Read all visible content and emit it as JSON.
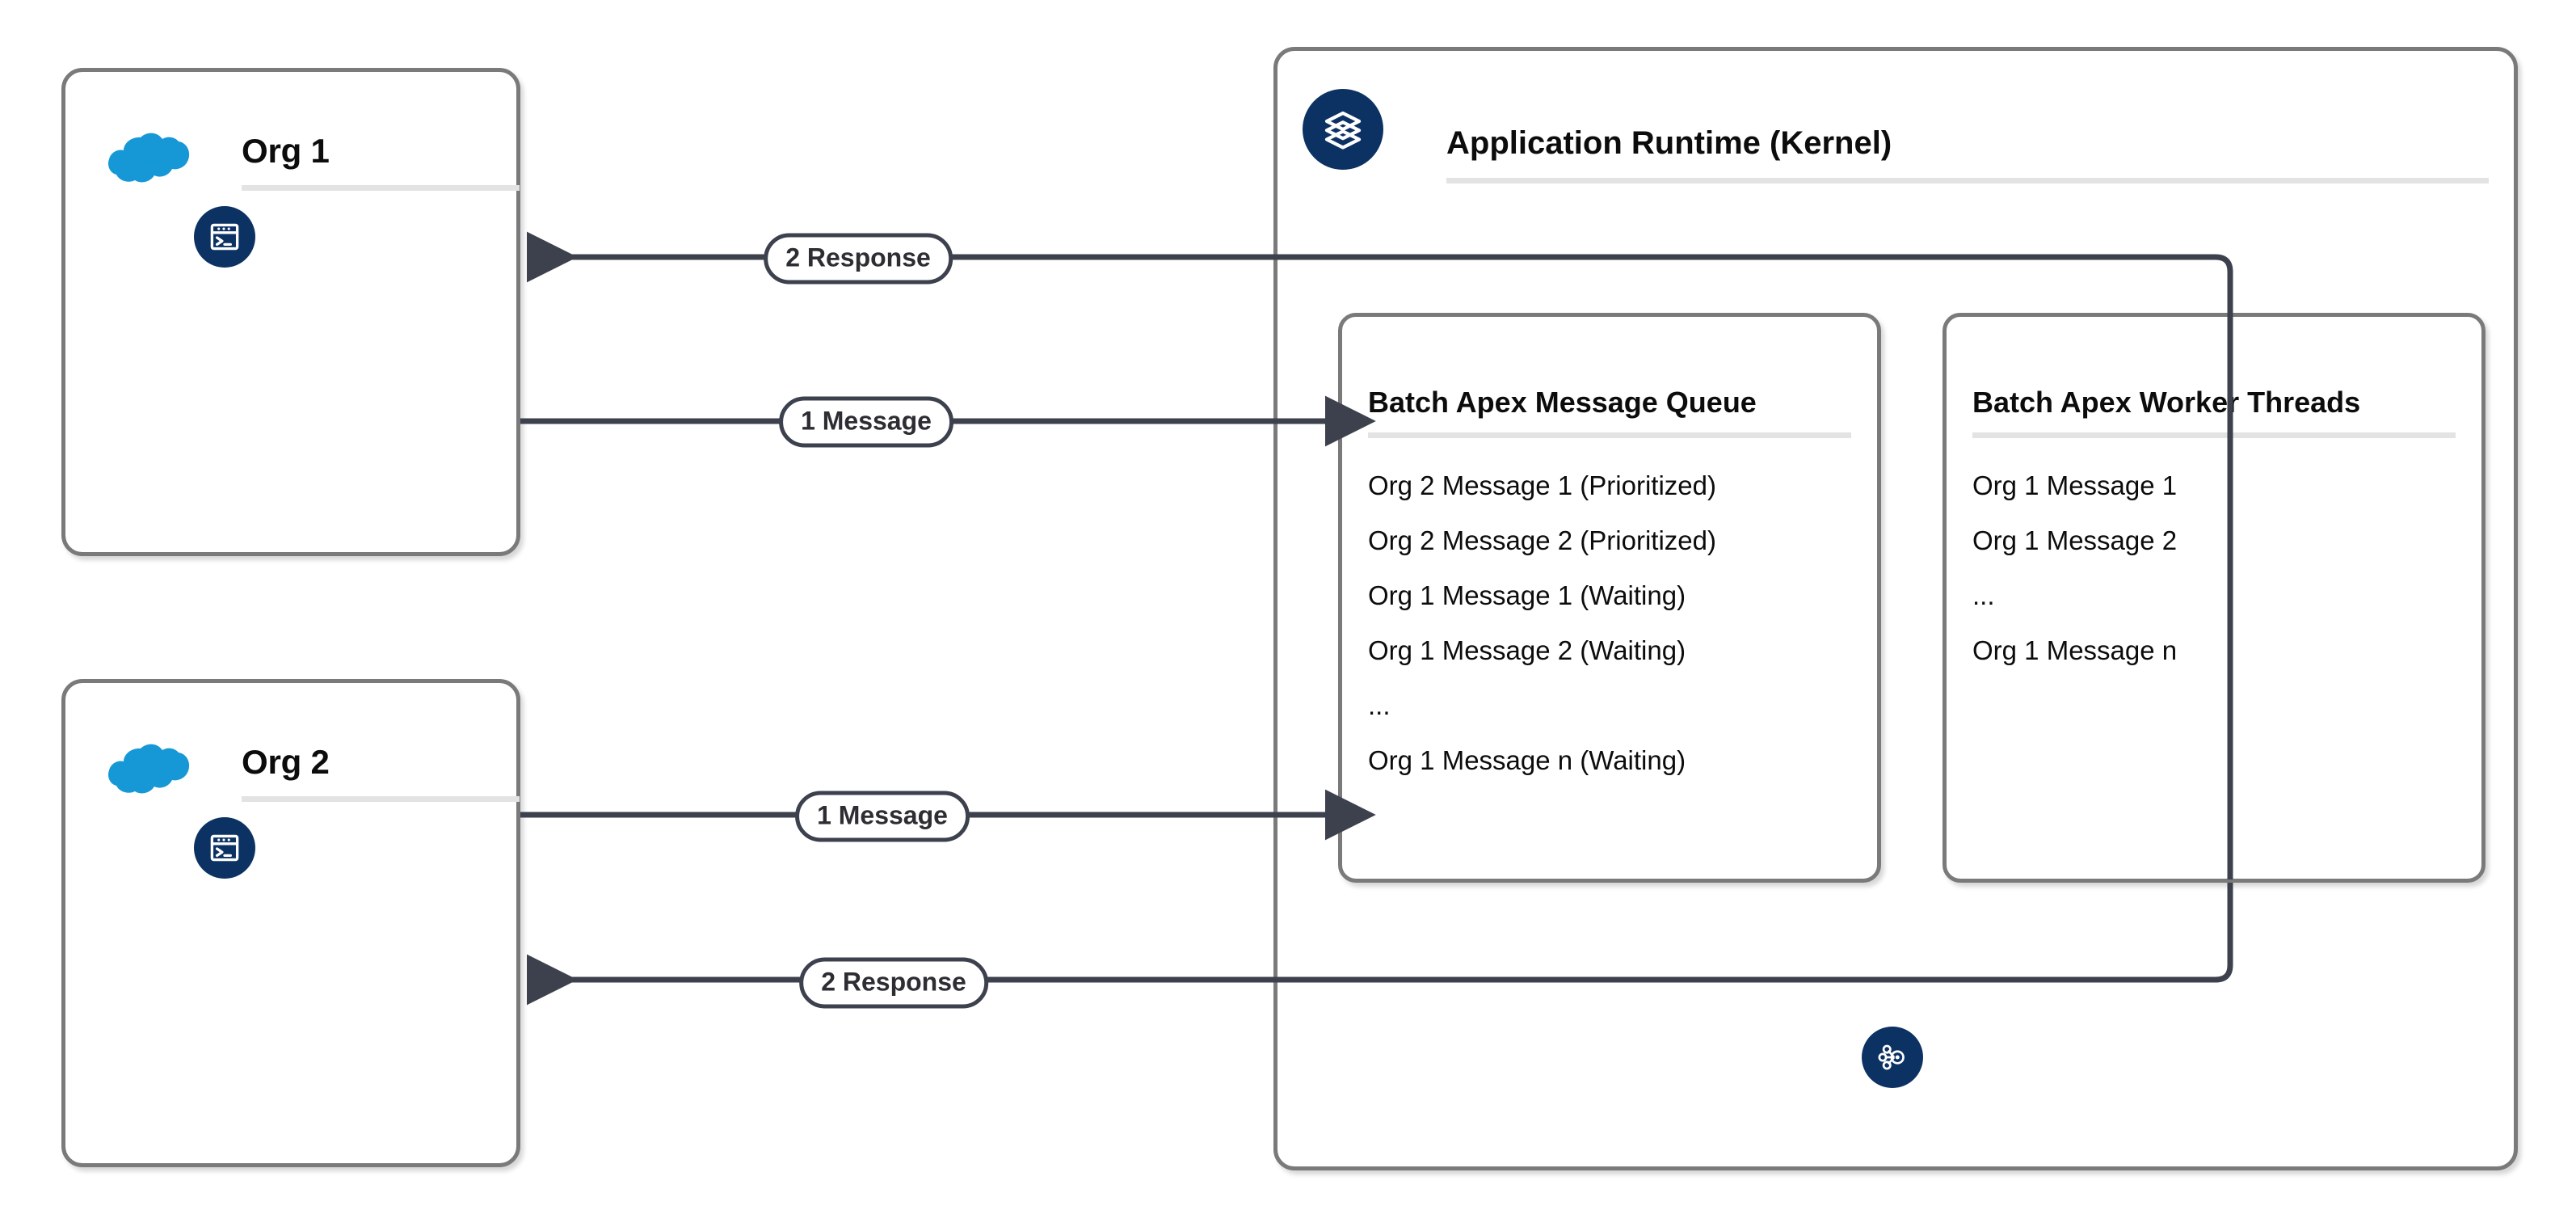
{
  "diagram": {
    "title": "Batch Apex message routing between Salesforce orgs and the Application Runtime (Kernel)",
    "colors": {
      "card_border": "#7a7a7a",
      "connector": "#3d414d",
      "icon_navy": "#0b3263",
      "cloud_blue": "#1798d6",
      "divider": "#e3e3e3"
    }
  },
  "orgs": [
    {
      "title": "Org 1",
      "cloud_icon": "salesforce-cloud-icon",
      "console_icon": "terminal-console-icon"
    },
    {
      "title": "Org 2",
      "cloud_icon": "salesforce-cloud-icon",
      "console_icon": "terminal-console-icon"
    }
  ],
  "runtime": {
    "title": "Application Runtime (Kernel)",
    "header_icon": "stacked-layers-icon",
    "footer_icon": "network-hub-icon",
    "panels": [
      {
        "title": "Batch Apex Message Queue",
        "items": [
          "Org 2 Message 1 (Prioritized)",
          "Org 2 Message 2 (Prioritized)",
          "Org 1 Message 1 (Waiting)",
          "Org 1 Message 2 (Waiting)",
          "...",
          "Org 1 Message n (Waiting)"
        ]
      },
      {
        "title": "Batch Apex Worker Threads",
        "items": [
          "Org 1 Message 1",
          "Org 1 Message 2",
          "...",
          "Org 1 Message n"
        ]
      }
    ]
  },
  "connectors": [
    {
      "label": "2 Response",
      "from": "runtime",
      "to": "Org 1",
      "direction": "left"
    },
    {
      "label": "1 Message",
      "from": "Org 1",
      "to": "runtime",
      "direction": "right"
    },
    {
      "label": "1 Message",
      "from": "Org 2",
      "to": "runtime",
      "direction": "right"
    },
    {
      "label": "2 Response",
      "from": "runtime",
      "to": "Org 2",
      "direction": "left"
    }
  ]
}
